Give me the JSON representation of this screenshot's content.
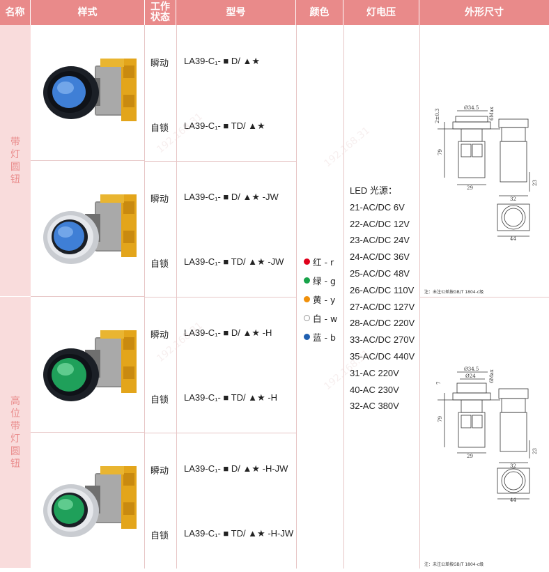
{
  "header": {
    "name": "名称",
    "style": "样式",
    "state": "工作状态",
    "model": "型号",
    "color": "颜色",
    "voltage": "灯电压",
    "dimension": "外形尺寸"
  },
  "groups": [
    {
      "name": "带灯圆钮"
    },
    {
      "name": "高位带灯圆钮"
    }
  ],
  "products": [
    {
      "cap_color": "#3f7fd6",
      "bezel": "black"
    },
    {
      "cap_color": "#3f7fd6",
      "bezel": "silver"
    },
    {
      "cap_color": "#1fa05a",
      "bezel": "black"
    },
    {
      "cap_color": "#1fa05a",
      "bezel": "silver"
    }
  ],
  "rows": [
    {
      "state": "瞬动",
      "model": "LA39-C₁- ■ D/ ▲★"
    },
    {
      "state": "自锁",
      "model": "LA39-C₁- ■ TD/ ▲★"
    },
    {
      "state": "瞬动",
      "model": "LA39-C₁- ■ D/ ▲★ -JW"
    },
    {
      "state": "自锁",
      "model": "LA39-C₁- ■ TD/ ▲★ -JW"
    },
    {
      "state": "瞬动",
      "model": "LA39-C₁- ■ D/ ▲★ -H"
    },
    {
      "state": "自锁",
      "model": "LA39-C₁- ■ TD/ ▲★ -H"
    },
    {
      "state": "瞬动",
      "model": "LA39-C₁- ■ D/ ▲★ -H-JW"
    },
    {
      "state": "自锁",
      "model": "LA39-C₁- ■ TD/ ▲★ -H-JW"
    }
  ],
  "colors": [
    {
      "label": "红 - r",
      "dot": "#e0001b"
    },
    {
      "label": "绿 - g",
      "dot": "#18a34a"
    },
    {
      "label": "黄 - y",
      "dot": "#f0900a"
    },
    {
      "label": "白 - w",
      "dot": "#ffffff"
    },
    {
      "label": "蓝 - b",
      "dot": "#1f5fb0"
    }
  ],
  "voltage": {
    "title": "LED 光源：",
    "items": [
      "21-AC/DC 6V",
      "22-AC/DC 12V",
      "23-AC/DC 24V",
      "24-AC/DC 36V",
      "25-AC/DC 48V",
      "26-AC/DC 110V",
      "27-AC/DC 127V",
      "28-AC/DC 220V",
      "33-AC/DC 270V",
      "35-AC/DC 440V",
      "31-AC 220V",
      "40-AC 230V",
      "32-AC 380V"
    ]
  },
  "drawings": [
    {
      "dia1": "Ø34.5",
      "top_dim": "2±0.3",
      "max": "6Max",
      "height": "79",
      "w1": "29",
      "w2": "32",
      "w3": "44",
      "side": "23",
      "note": "注：未注公差按GB/T 1804-c级"
    },
    {
      "dia1": "Ø34.5",
      "dia2": "Ø24",
      "top_dim": "7",
      "max": "6Max",
      "height": "79",
      "w1": "29",
      "w2": "32",
      "w3": "44",
      "side": "23",
      "note": "注：未注公差按GB/T 1804-c级"
    }
  ],
  "watermark": "192.168.31"
}
